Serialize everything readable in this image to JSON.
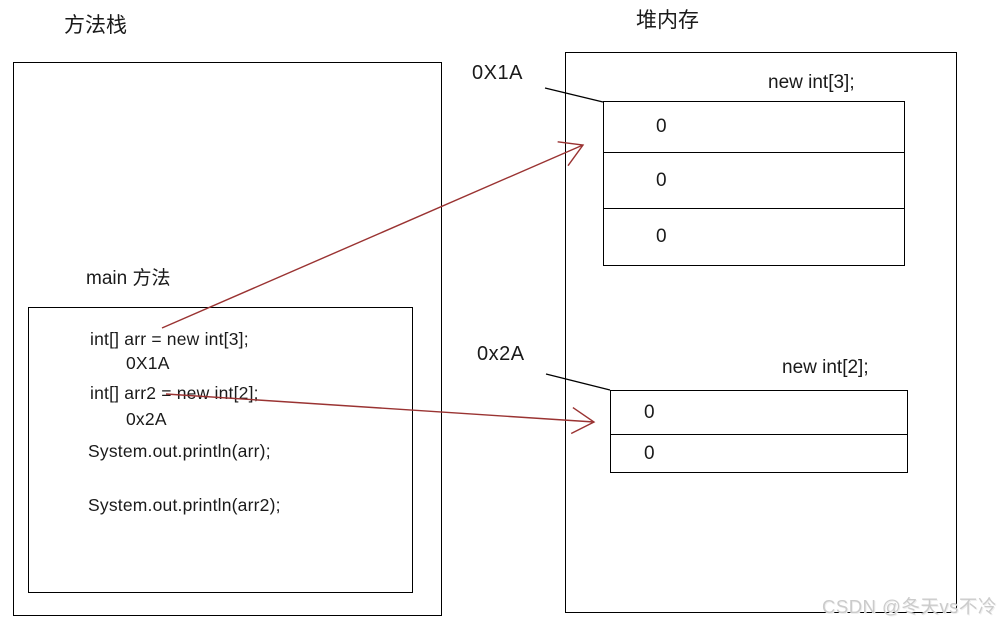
{
  "diagram": {
    "stack": {
      "title": "方法栈",
      "frame_label": "main 方法",
      "code": {
        "line1": "int[] arr = new int[3];",
        "addr1": "0X1A",
        "line2": "int[] arr2 = new int[2];",
        "addr2": "0x2A",
        "line3": "System.out.println(arr);",
        "line4": "System.out.println(arr2);"
      }
    },
    "heap": {
      "title": "堆内存",
      "array1": {
        "pointer_label": "0X1A",
        "title": "new int[3];",
        "cells": [
          "0",
          "0",
          "0"
        ]
      },
      "array2": {
        "pointer_label": "0x2A",
        "title": "new int[2];",
        "cells": [
          "0",
          "0"
        ]
      }
    },
    "watermark": "CSDN @冬天vs不冷",
    "colors": {
      "arrow_red": "#9a3332",
      "line_black": "#000000",
      "watermark_gray": "#cbcbcb",
      "text": "#1a1a1a"
    }
  }
}
